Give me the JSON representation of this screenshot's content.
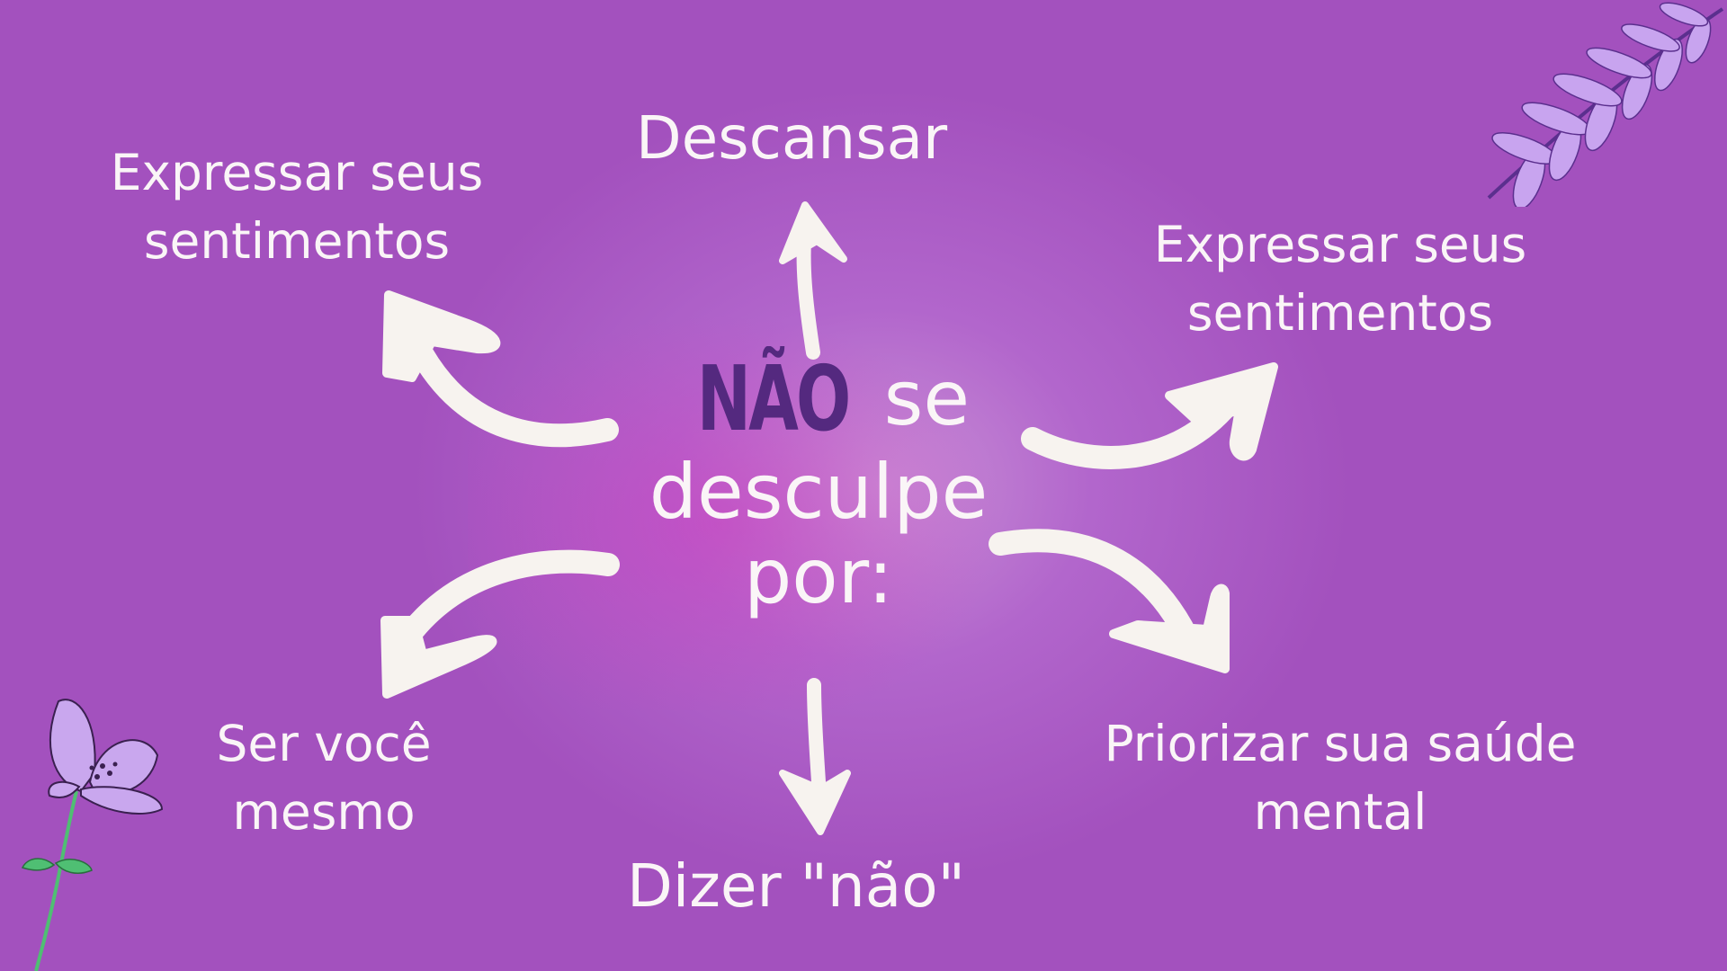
{
  "center": {
    "emphasis": "NÃO",
    "line1_rest": "se",
    "line2": "desculpe",
    "line3": "por:"
  },
  "items": {
    "top": "Descansar",
    "top_left": [
      "Expressar seus",
      "sentimentos"
    ],
    "top_right": [
      "Expressar seus",
      "sentimentos"
    ],
    "bottom_left": [
      "Ser você",
      "mesmo"
    ],
    "bottom_right": [
      "Priorizar sua saúde",
      "mental"
    ],
    "bottom": "Dizer \"não\""
  },
  "colors": {
    "background": "#a351be",
    "text": "#faf5f7",
    "emphasis": "#54297f",
    "arrow": "#f7f3ef",
    "leaf": "#c8a4ef",
    "leaf_dark": "#5b2f8e",
    "flower": "#c9a7ee",
    "stem": "#4fbf73"
  },
  "icons": [
    "curved-arrow-icon",
    "fern-leaf-icon",
    "flower-icon"
  ]
}
